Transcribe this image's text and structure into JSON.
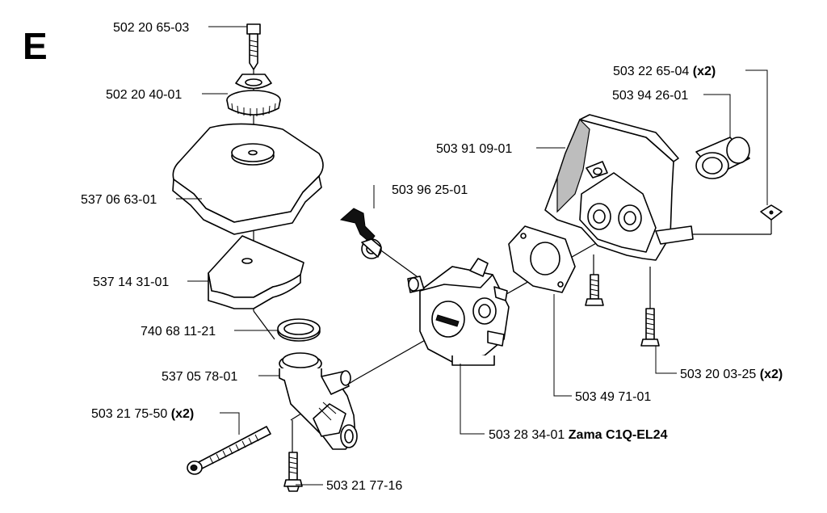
{
  "section_letter": "E",
  "parts": [
    {
      "id": "bolt_top",
      "number": "502 20 65-03",
      "qty": "",
      "note": ""
    },
    {
      "id": "nut_knob",
      "number": "502 20 40-01",
      "qty": "",
      "note": ""
    },
    {
      "id": "air_filter_cover",
      "number": "537 06 63-01",
      "qty": "",
      "note": ""
    },
    {
      "id": "air_filter",
      "number": "537 14 31-01",
      "qty": "",
      "note": ""
    },
    {
      "id": "gasket_ring",
      "number": "740 68 11-21",
      "qty": "",
      "note": ""
    },
    {
      "id": "intake_elbow",
      "number": "537 05 78-01",
      "qty": "",
      "note": ""
    },
    {
      "id": "long_screw",
      "number": "503 21 75-50",
      "qty": "(x2)",
      "note": ""
    },
    {
      "id": "short_screw",
      "number": "503 21 77-16",
      "qty": "",
      "note": ""
    },
    {
      "id": "choke_lever",
      "number": "503 96 25-01",
      "qty": "",
      "note": ""
    },
    {
      "id": "carburetor",
      "number": "503 28 34-01",
      "qty": "",
      "note": "Zama C1Q-EL24"
    },
    {
      "id": "carb_gasket",
      "number": "503 49 71-01",
      "qty": "",
      "note": ""
    },
    {
      "id": "carb_housing",
      "number": "503 91 09-01",
      "qty": "",
      "note": ""
    },
    {
      "id": "clip",
      "number": "503 22 65-04",
      "qty": "(x2)",
      "note": ""
    },
    {
      "id": "sleeve",
      "number": "503 94 26-01",
      "qty": "",
      "note": ""
    },
    {
      "id": "housing_screw",
      "number": "503 20 03-25",
      "qty": "(x2)",
      "note": ""
    }
  ]
}
